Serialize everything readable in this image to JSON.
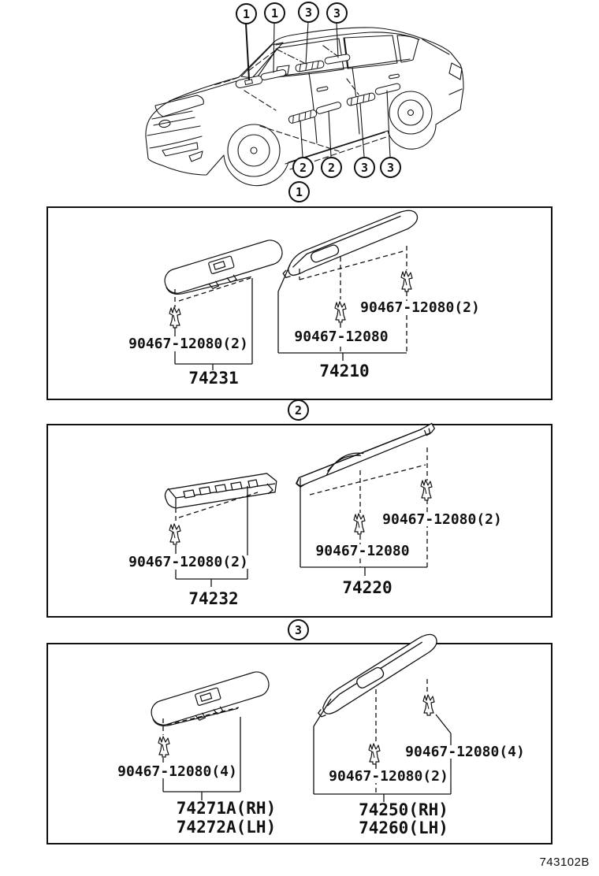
{
  "page": {
    "diagram_code": "743102B"
  },
  "car": {
    "callouts_top": [
      "1",
      "1",
      "3",
      "3"
    ],
    "callouts_bottom": [
      "2",
      "2",
      "3",
      "3"
    ]
  },
  "sections": [
    {
      "number": "1",
      "left": {
        "fastener": "90467-12080(2)",
        "part": "74231"
      },
      "right": {
        "fastener_upper": "90467-12080(2)",
        "fastener_lower": "90467-12080",
        "part": "74210"
      }
    },
    {
      "number": "2",
      "left": {
        "fastener": "90467-12080(2)",
        "part": "74232"
      },
      "right": {
        "fastener_upper": "90467-12080(2)",
        "fastener_lower": "90467-12080",
        "part": "74220"
      }
    },
    {
      "number": "3",
      "left": {
        "fastener": "90467-12080(4)",
        "part_rh": "74271A(RH)",
        "part_lh": "74272A(LH)"
      },
      "right": {
        "fastener_upper": "90467-12080(4)",
        "fastener_lower": "90467-12080(2)",
        "part_rh": "74250(RH)",
        "part_lh": "74260(LH)"
      }
    }
  ]
}
